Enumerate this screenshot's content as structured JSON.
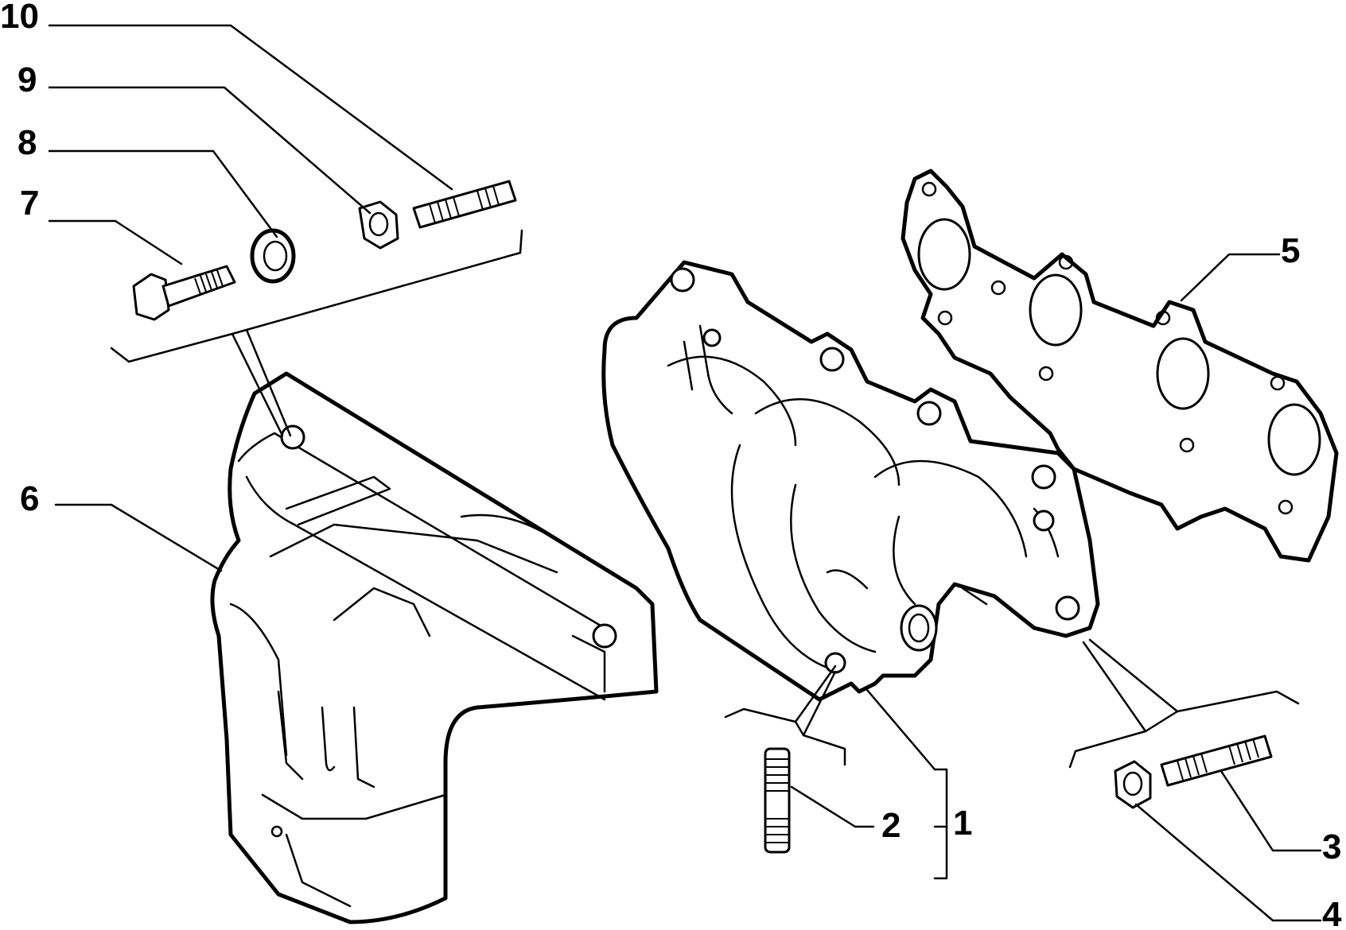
{
  "callouts": [
    {
      "id": "1",
      "label": "1"
    },
    {
      "id": "2",
      "label": "2"
    },
    {
      "id": "3",
      "label": "3"
    },
    {
      "id": "4",
      "label": "4"
    },
    {
      "id": "5",
      "label": "5"
    },
    {
      "id": "6",
      "label": "6"
    },
    {
      "id": "7",
      "label": "7"
    },
    {
      "id": "8",
      "label": "8"
    },
    {
      "id": "9",
      "label": "9"
    },
    {
      "id": "10",
      "label": "10"
    }
  ],
  "parts": {
    "p1": "exhaust-manifold",
    "p2": "stud",
    "p3": "stud",
    "p4": "nut",
    "p5": "gasket",
    "p6": "heat-shield",
    "p7": "bolt",
    "p8": "washer",
    "p9": "nut",
    "p10": "stud"
  }
}
